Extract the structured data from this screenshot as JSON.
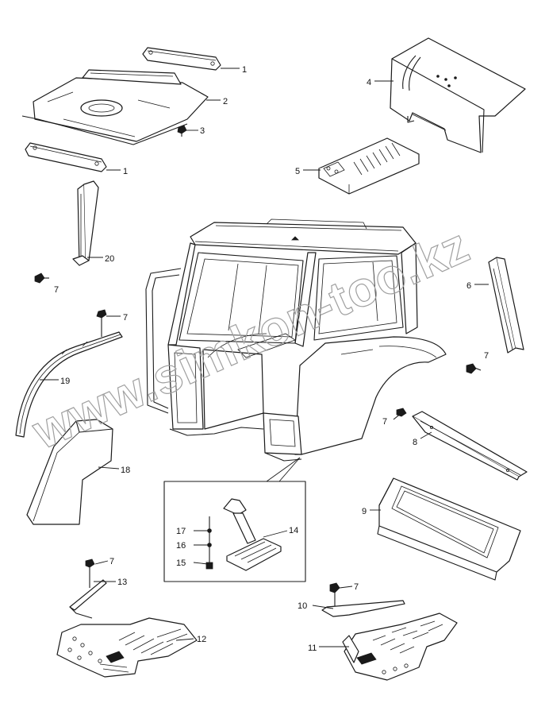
{
  "diagram": {
    "watermark": "www.simkon-too.kz",
    "colors": {
      "ink": "#1a1a1a",
      "paper": "#ffffff",
      "watermark": "#a0a0a0"
    },
    "callouts": {
      "c1a": "1",
      "c1b": "1",
      "c2": "2",
      "c3": "3",
      "c4": "4",
      "c5": "5",
      "c6": "6",
      "c7a": "7",
      "c7b": "7",
      "c7c": "7",
      "c7d": "7",
      "c7e": "7",
      "c7f": "7",
      "c8": "8",
      "c9": "9",
      "c10": "10",
      "c11": "11",
      "c12": "12",
      "c13": "13",
      "c14": "14",
      "c15": "15",
      "c16": "16",
      "c17": "17",
      "c18": "18",
      "c19": "19",
      "c20": "20"
    }
  }
}
